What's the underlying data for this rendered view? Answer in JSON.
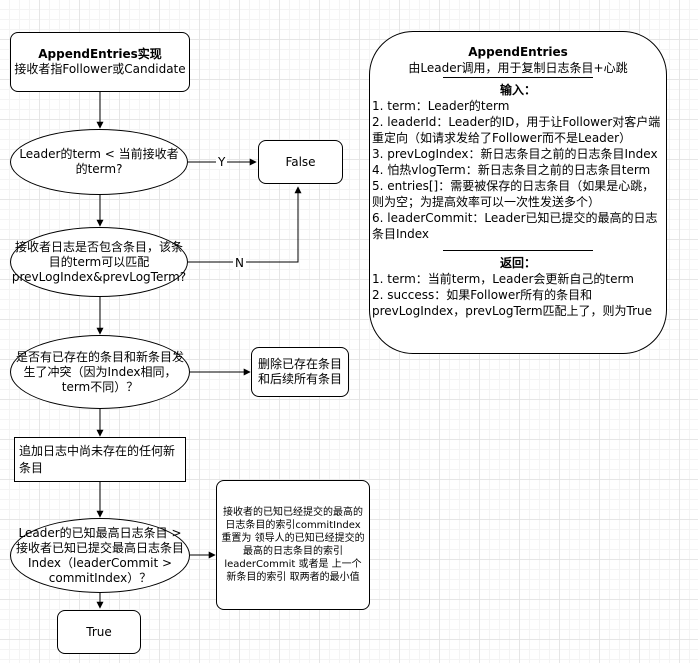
{
  "nodes": {
    "start": {
      "title": "AppendEntries实现",
      "subtitle": "接收者指Follower或Candidate"
    },
    "check_term": "Leader的term < 当前接收者的term?",
    "false_box": "False",
    "check_log": "接收者日志是否包含条目，该条目的term可以匹配prevLogIndex&prevLogTerm?",
    "check_conflict": "是否有已存在的条目和新条目发生了冲突（因为Index相同，term不同）？",
    "delete_box": "删除已存在条目和后续所有条目",
    "append_box": "追加日志中尚未存在的任何新条目",
    "check_commit": "Leader的已知最高日志条目 > 接收者已知已提交最高日志条目Index（leaderCommit > commitIndex）？",
    "commit_note": "接收者的已知已经提交的最高的日志条目的索引commitIndex 重置为 领导人的已知已经提交的最高的日志条目的索引 leaderCommit 或者是 上一个新条目的索引 取两者的最小值",
    "true_box": "True"
  },
  "edge_labels": {
    "yes": "Y",
    "no": "N"
  },
  "panel": {
    "title": "AppendEntries",
    "subtitle": "由Leader调用，用于复制日志条目+心跳",
    "inputs_header": "输入：",
    "inputs": [
      "1. term：Leader的term",
      "2. leaderId：Leader的ID，用于让Follower对客户端重定向（如请求发给了Follower而不是Leader）",
      "3. prevLogIndex：新日志条目之前的日志条目Index",
      "4. 怕热vlogTerm：新日志条目之前的日志条目term",
      "5. entries[]：需要被保存的日志条目（如果是心跳，则为空；为提高效率可以一次性发送多个）",
      "6. leaderCommit：Leader已知已提交的最高的日志条目Index"
    ],
    "returns_header": "返回：",
    "returns": [
      "1. term：当前term，Leader会更新自己的term",
      "2. success：如果Follower所有的条目和prevLogIndex，prevLogTerm匹配上了，则为True"
    ]
  }
}
